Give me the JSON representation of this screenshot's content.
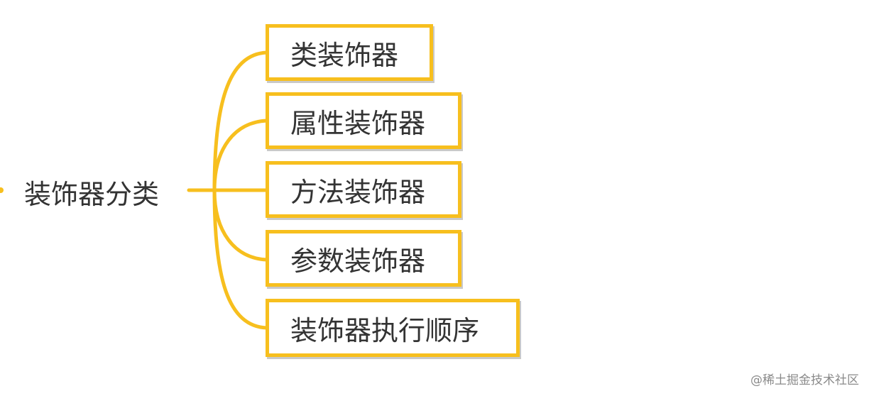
{
  "diagram": {
    "root": {
      "label": "装饰器分类"
    },
    "children": [
      {
        "label": "类装饰器"
      },
      {
        "label": "属性装饰器"
      },
      {
        "label": "方法装饰器"
      },
      {
        "label": "参数装饰器"
      },
      {
        "label": "装饰器执行顺序"
      }
    ],
    "colors": {
      "connector": "#f7bf1e",
      "box_border": "#f7bf1e",
      "box_shadow": "#c9c9c9",
      "text": "#333333"
    }
  },
  "watermark": {
    "text": "@稀土掘金技术社区"
  }
}
